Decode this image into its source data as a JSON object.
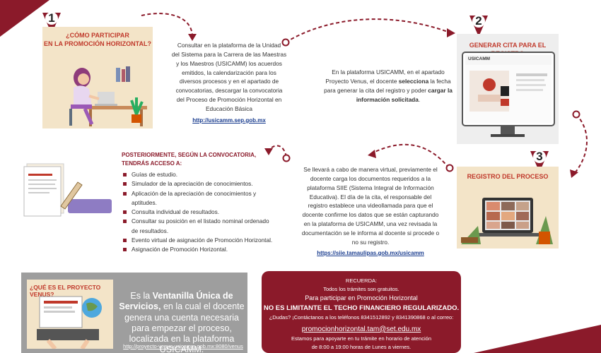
{
  "colors": {
    "maroon": "#8b1a2a",
    "red_title": "#c0392b",
    "illustration_bg": "#f3e4c8",
    "venus_bg": "#9e9e9e",
    "link": "#1a3d8f"
  },
  "step1": {
    "number": "1",
    "title_line1": "¿CÓMO PARTICIPAR",
    "title_line2": "EN LA PROMOCIÓN HORIZONTAL?",
    "text_lines": [
      "Consultar en la plataforma de la Unidad",
      "del Sistema para la Carrera de las Maestras",
      "y los Maestros (USICAMM) los acuerdos",
      "emitidos, la calendarización para los",
      "diversos procesos y en el apartado de",
      "convocatorias, descargar la convocatoria",
      "del Proceso de Promoción Horizontal en",
      "Educación Básica"
    ],
    "link": "http://usicamm.sep.gob.mx"
  },
  "step2": {
    "number": "2",
    "title": "GENERAR CITA PARA EL REGISTRO",
    "screen_brand": "USICAMM",
    "text_part1": "En la plataforma USICAMM, en el apartado Proyecto Venus, el docente ",
    "text_bold1": "selecciona",
    "text_part2": " la fecha para generar la cita del registro y poder ",
    "text_bold2": "cargar la información solicitada",
    "text_part3": "."
  },
  "step3": {
    "number": "3",
    "title": "REGISTRO DEL PROCESO",
    "text_lines": [
      "Se llevará a cabo de manera virtual, previamente el",
      "docente carga los documentos requeridos a la",
      "plataforma SIIE (Sistema Integral de Información",
      "Educativa). El día de la cita, el responsable del",
      "registro establece una videollamada para que el",
      "docente confirme los datos que se están capturando",
      "en la plataforma de USICAMM, una vez revisada la",
      "documentación se le informa al docente si procede o",
      "no su registro."
    ],
    "link": "https://siie.tamaulipas.gob.mx/usicamm"
  },
  "access": {
    "heading_line1": "POSTERIORMENTE, SEGÚN LA CONVOCATORIA,",
    "heading_line2": "TENDRÁS ACCESO A:",
    "items": [
      "Guías de estudio.",
      "Simulador de la apreciación de conocimientos.",
      "Aplicación de la apreciación de conocimientos y aptitudes.",
      "Consulta individual de resultados.",
      "Consultar su posición en el listado nominal ordenado de resultados.",
      "Evento virtual de asignación de Promoción Horizontal.",
      "Asignación de Promoción Horizontal."
    ]
  },
  "venus": {
    "title": "¿QUÉ ES EL PROYECTO VENUS?",
    "text_prefix": "Es la ",
    "text_bold": "Ventanilla Única de Servicios,",
    "text_rest": " en la cual el docente genera una cuenta necesaria para empezar el proceso, localizada en la plataforma USICAMM.",
    "link": "http://proyecto-venus.usicamm.gob.mx:8080/venus"
  },
  "recuerda": {
    "heading": "RECUERDA:",
    "line1": "Todos los trámites son gratuitos.",
    "line2": "Para participar en Promoción Horizontal",
    "line3": "NO ES LIMITANTE EL TECHO FINANCIERO REGULARIZADO.",
    "line4": "¿Dudas? ¡Contáctanos a los teléfonos 8341512892 y 8341390868 o al correo:",
    "email": "promocionhorizontal.tam@set.edu.mx",
    "line5": "Estamos para apoyarte en tu trámite en horario de atención",
    "line6": "de 8:00 a 19:00 horas de Lunes a viernes."
  }
}
